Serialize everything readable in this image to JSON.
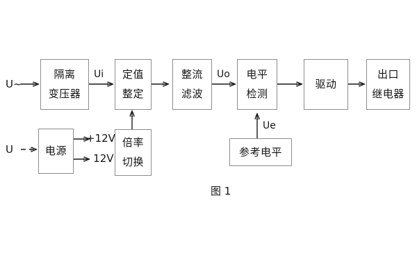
{
  "figure": {
    "caption": "图 1",
    "background_color": "#ffffff",
    "box_border_color": "#8c8c8c",
    "line_color": "#1a1a1a"
  },
  "inputs": [
    {
      "id": "ac-input",
      "label": "U~",
      "type": "ac"
    },
    {
      "id": "dc-input",
      "label": "U",
      "type": "dc",
      "dash": "– –"
    }
  ],
  "blocks": [
    {
      "id": "isolation-transformer",
      "line1": "隔离",
      "line2": "变压器"
    },
    {
      "id": "setting-value",
      "line1": "定值",
      "line2": "整定"
    },
    {
      "id": "rectify-filter",
      "line1": "整流",
      "line2": "滤波"
    },
    {
      "id": "level-detect",
      "line1": "电平",
      "line2": "检测"
    },
    {
      "id": "drive",
      "line1": "驱动",
      "line2": ""
    },
    {
      "id": "output-relay",
      "line1": "出口",
      "line2": "继电器"
    },
    {
      "id": "power-supply",
      "line1": "电源",
      "line2": ""
    },
    {
      "id": "ratio-switch",
      "line1": "倍率",
      "line2": "切换"
    },
    {
      "id": "reference-level",
      "line1": "参考电平",
      "line2": ""
    }
  ],
  "signal_labels": [
    {
      "id": "ui",
      "text": "Ui"
    },
    {
      "id": "uo",
      "text": "Uo"
    },
    {
      "id": "ue",
      "text": "Ue"
    }
  ],
  "power_rails": [
    {
      "id": "rail-positive",
      "text": "+12V"
    },
    {
      "id": "rail-negative",
      "text": "- 12V"
    }
  ]
}
